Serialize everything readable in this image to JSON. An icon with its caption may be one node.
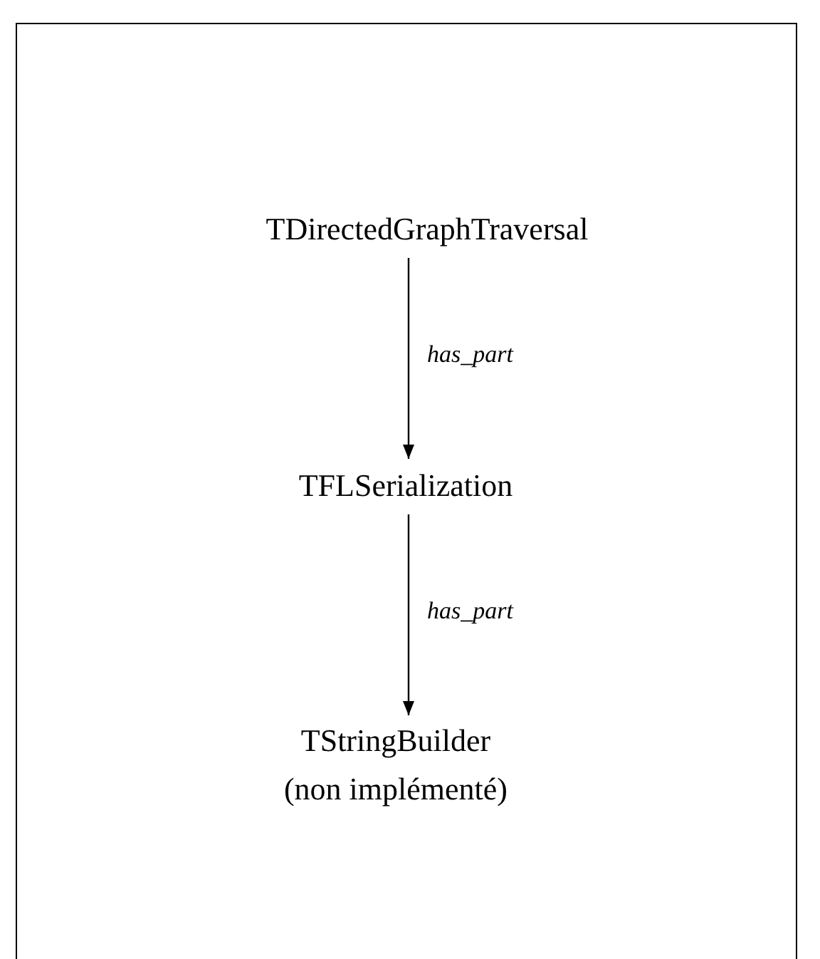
{
  "diagram": {
    "nodes": [
      {
        "text": [
          "TDirectedGraphTraversal"
        ]
      },
      {
        "text": [
          "TFLSerialization"
        ]
      },
      {
        "text": [
          "TStringBuilder",
          "(non implémenté)"
        ]
      }
    ],
    "edges": [
      {
        "from": 0,
        "to": 1,
        "arrow": "to",
        "label": "has_part"
      },
      {
        "from": 1,
        "to": 2,
        "arrow": "to",
        "label": "has_part"
      }
    ]
  }
}
